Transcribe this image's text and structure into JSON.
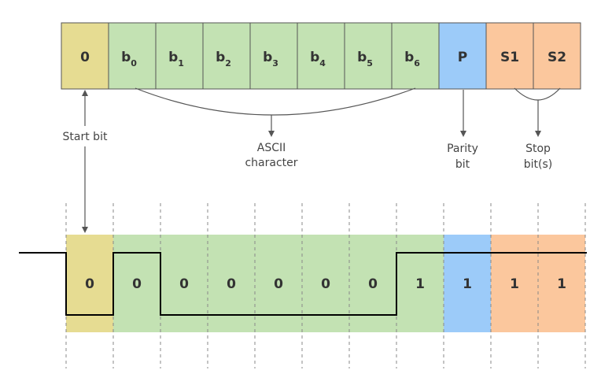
{
  "colors": {
    "start": "#e6dc92",
    "data": "#c3e2b3",
    "parity": "#9ccbf9",
    "stop": "#fbc79d",
    "outline": "#555555",
    "line": "#000000",
    "grid": "#888888"
  },
  "frame": {
    "cells": [
      {
        "label": "0",
        "sub": "",
        "kind": "start"
      },
      {
        "label": "b",
        "sub": "0",
        "kind": "data"
      },
      {
        "label": "b",
        "sub": "1",
        "kind": "data"
      },
      {
        "label": "b",
        "sub": "2",
        "kind": "data"
      },
      {
        "label": "b",
        "sub": "3",
        "kind": "data"
      },
      {
        "label": "b",
        "sub": "4",
        "kind": "data"
      },
      {
        "label": "b",
        "sub": "5",
        "kind": "data"
      },
      {
        "label": "b",
        "sub": "6",
        "kind": "data"
      },
      {
        "label": "P",
        "sub": "",
        "kind": "parity"
      },
      {
        "label": "S1",
        "sub": "",
        "kind": "stop"
      },
      {
        "label": "S2",
        "sub": "",
        "kind": "stop"
      }
    ]
  },
  "annotations": {
    "start_bit": "Start bit",
    "ascii_line1": "ASCII",
    "ascii_line2": "character",
    "parity_line1": "Parity",
    "parity_line2": "bit",
    "stop_line1": "Stop",
    "stop_line2": "bit(s)"
  },
  "waveform": {
    "bits": [
      "0",
      "0",
      "0",
      "0",
      "0",
      "0",
      "0",
      "1",
      "1",
      "1",
      "1"
    ]
  }
}
